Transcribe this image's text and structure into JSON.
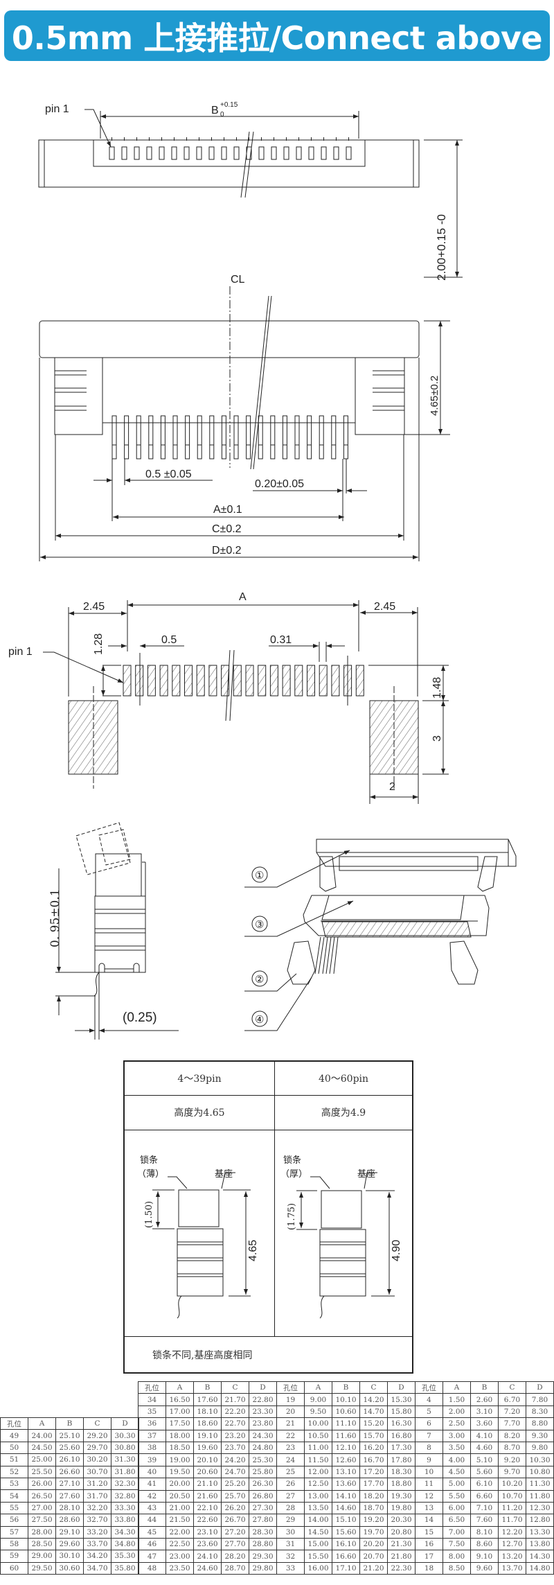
{
  "header": {
    "title": "0.5mm 上接推拉/Connect above"
  },
  "top_view": {
    "pin1": "pin  1",
    "b_dim": "B",
    "b_tol_plus": "+0.15",
    "b_tol_zero": "0",
    "height_dim": "2.00+0.15 -0"
  },
  "front_view": {
    "centerline": "CL",
    "height_dim": "4.65±0.2",
    "pitch": "0.5  ±0.05",
    "pin_width": "0.20±0.05",
    "a_dim": "A±0.1",
    "c_dim": "C±0.2",
    "d_dim": "D±0.2"
  },
  "footprint": {
    "a_dim": "A",
    "left_margin": "2.45",
    "right_margin": "2.45",
    "pad_len": "1.28",
    "pitch": "0.5",
    "pad_width": "0.31",
    "pin1": "pin  1",
    "gap": "1.48",
    "anchor_h": "3",
    "anchor_w": "2"
  },
  "side_view": {
    "dim_height": "0. 95±0.1",
    "dim_offset": "(0.25)"
  },
  "exploded_view": {
    "callouts": [
      "①",
      "③",
      "②",
      "④"
    ]
  },
  "spec_box": {
    "col1_header": "4～39pin",
    "col2_header": "40～60pin",
    "col1_height": "高度为4.65",
    "col2_height": "高度为4.9",
    "col1": {
      "lock_label": "锁条",
      "lock_type": "（薄）",
      "base_label": "基座",
      "lock_dim": "(1.50)",
      "total_dim": "4.65"
    },
    "col2": {
      "lock_label": "锁条",
      "lock_type": "（厚）",
      "base_label": "基座",
      "lock_dim": "(1.75)",
      "total_dim": "4.90"
    },
    "note": "锁条不同,基座高度相同"
  },
  "dimension_table": {
    "headers": [
      "孔位",
      "A",
      "B",
      "C",
      "D"
    ],
    "block_49_60": [
      [
        "49",
        "24.00",
        "25.10",
        "29.20",
        "30.30"
      ],
      [
        "50",
        "24.50",
        "25.60",
        "29.70",
        "30.80"
      ],
      [
        "51",
        "25.00",
        "26.10",
        "30.20",
        "31.30"
      ],
      [
        "52",
        "25.50",
        "26.60",
        "30.70",
        "31.80"
      ],
      [
        "53",
        "26.00",
        "27.10",
        "31.20",
        "32.30"
      ],
      [
        "54",
        "26.50",
        "27.60",
        "31.70",
        "32.80"
      ],
      [
        "55",
        "27.00",
        "28.10",
        "32.20",
        "33.30"
      ],
      [
        "56",
        "27.50",
        "28.60",
        "32.70",
        "33.80"
      ],
      [
        "57",
        "28.00",
        "29.10",
        "33.20",
        "34.30"
      ],
      [
        "58",
        "28.50",
        "29.60",
        "33.70",
        "34.80"
      ],
      [
        "59",
        "29.00",
        "30.10",
        "34.20",
        "35.30"
      ],
      [
        "60",
        "29.50",
        "30.60",
        "34.70",
        "35.80"
      ]
    ],
    "block_34_48": [
      [
        "34",
        "16.50",
        "17.60",
        "21.70",
        "22.80"
      ],
      [
        "35",
        "17.00",
        "18.10",
        "22.20",
        "23.30"
      ],
      [
        "36",
        "17.50",
        "18.60",
        "22.70",
        "23.80"
      ],
      [
        "37",
        "18.00",
        "19.10",
        "23.20",
        "24.30"
      ],
      [
        "38",
        "18.50",
        "19.60",
        "23.70",
        "24.80"
      ],
      [
        "39",
        "19.00",
        "20.10",
        "24.20",
        "25.30"
      ],
      [
        "40",
        "19.50",
        "20.60",
        "24.70",
        "25.80"
      ],
      [
        "41",
        "20.00",
        "21.10",
        "25.20",
        "26.30"
      ],
      [
        "42",
        "20.50",
        "21.60",
        "25.70",
        "26.80"
      ],
      [
        "43",
        "21.00",
        "22.10",
        "26.20",
        "27.30"
      ],
      [
        "44",
        "21.50",
        "22.60",
        "26.70",
        "27.80"
      ],
      [
        "45",
        "22.00",
        "23.10",
        "27.20",
        "28.30"
      ],
      [
        "46",
        "22.50",
        "23.60",
        "27.70",
        "28.80"
      ],
      [
        "47",
        "23.00",
        "24.10",
        "28.20",
        "29.30"
      ],
      [
        "48",
        "23.50",
        "24.60",
        "28.70",
        "29.80"
      ]
    ],
    "block_19_33": [
      [
        "19",
        "9.00",
        "10.10",
        "14.20",
        "15.30"
      ],
      [
        "20",
        "9.50",
        "10.60",
        "14.70",
        "15.80"
      ],
      [
        "21",
        "10.00",
        "11.10",
        "15.20",
        "16.30"
      ],
      [
        "22",
        "10.50",
        "11.60",
        "15.70",
        "16.80"
      ],
      [
        "23",
        "11.00",
        "12.10",
        "16.20",
        "17.30"
      ],
      [
        "24",
        "11.50",
        "12.60",
        "16.70",
        "17.80"
      ],
      [
        "25",
        "12.00",
        "13.10",
        "17.20",
        "18.30"
      ],
      [
        "26",
        "12.50",
        "13.60",
        "17.70",
        "18.80"
      ],
      [
        "27",
        "13.00",
        "14.10",
        "18.20",
        "19.30"
      ],
      [
        "28",
        "13.50",
        "14.60",
        "18.70",
        "19.80"
      ],
      [
        "29",
        "14.00",
        "15.10",
        "19.20",
        "20.30"
      ],
      [
        "30",
        "14.50",
        "15.60",
        "19.70",
        "20.80"
      ],
      [
        "31",
        "15.00",
        "16.10",
        "20.20",
        "21.30"
      ],
      [
        "32",
        "15.50",
        "16.60",
        "20.70",
        "21.80"
      ],
      [
        "33",
        "16.00",
        "17.10",
        "21.20",
        "22.30"
      ]
    ],
    "block_4_18": [
      [
        "4",
        "1.50",
        "2.60",
        "6.70",
        "7.80"
      ],
      [
        "5",
        "2.00",
        "3.10",
        "7.20",
        "8.30"
      ],
      [
        "6",
        "2.50",
        "3.60",
        "7.70",
        "8.80"
      ],
      [
        "7",
        "3.00",
        "4.10",
        "8.20",
        "9.30"
      ],
      [
        "8",
        "3.50",
        "4.60",
        "8.70",
        "9.80"
      ],
      [
        "9",
        "4.00",
        "5.10",
        "9.20",
        "10.30"
      ],
      [
        "10",
        "4.50",
        "5.60",
        "9.70",
        "10.80"
      ],
      [
        "11",
        "5.00",
        "6.10",
        "10.20",
        "11.30"
      ],
      [
        "12",
        "5.50",
        "6.60",
        "10.70",
        "11.80"
      ],
      [
        "13",
        "6.00",
        "7.10",
        "11.20",
        "12.30"
      ],
      [
        "14",
        "6.50",
        "7.60",
        "11.70",
        "12.80"
      ],
      [
        "15",
        "7.00",
        "8.10",
        "12.20",
        "13.30"
      ],
      [
        "16",
        "7.50",
        "8.60",
        "12.70",
        "13.80"
      ],
      [
        "17",
        "8.00",
        "9.10",
        "13.20",
        "14.30"
      ],
      [
        "18",
        "8.50",
        "9.60",
        "13.70",
        "14.80"
      ]
    ]
  }
}
